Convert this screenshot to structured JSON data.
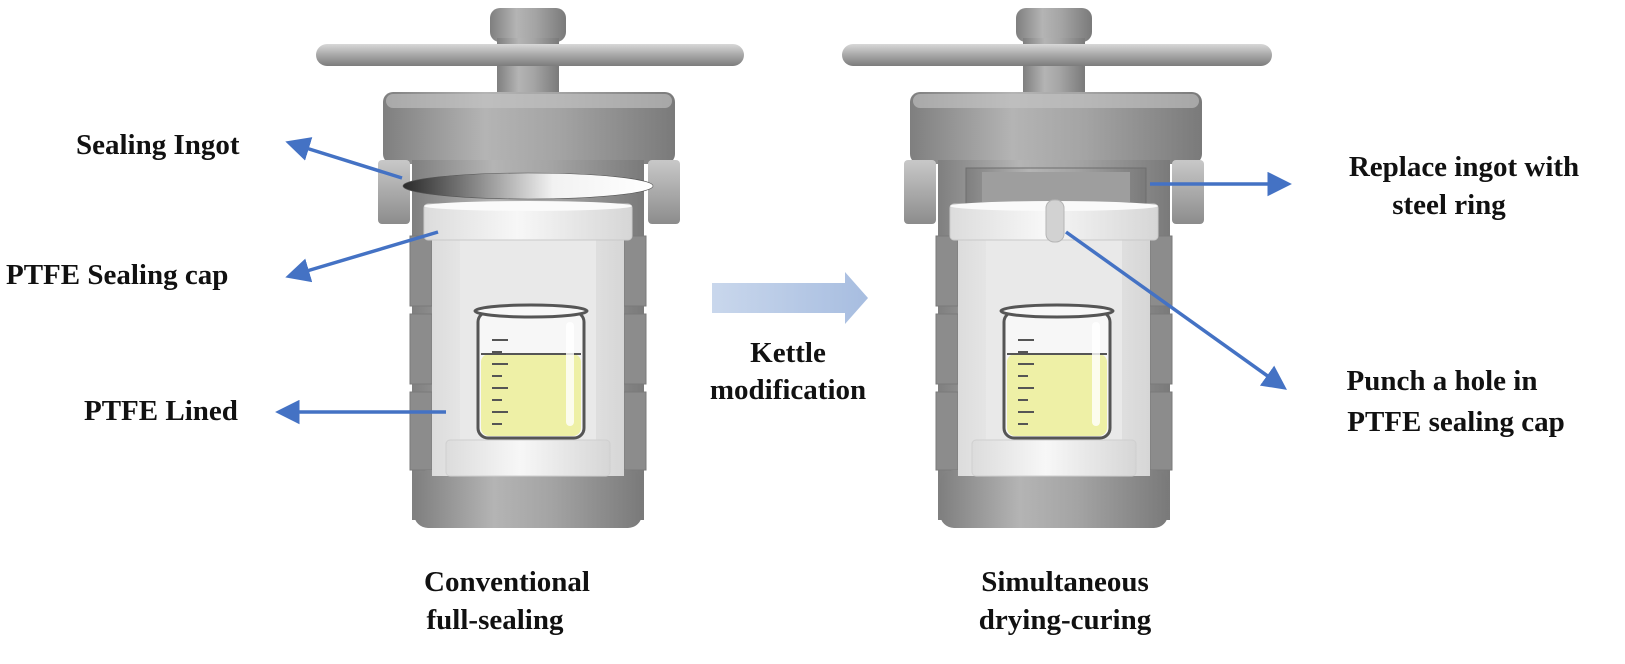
{
  "left_reactor": {
    "labels": {
      "sealing_ingot": "Sealing Ingot",
      "ptfe_sealing_cap": "PTFE Sealing cap",
      "ptfe_lined": "PTFE Lined"
    },
    "caption": [
      "Conventional",
      "full-sealing"
    ]
  },
  "middle": {
    "caption": [
      "Kettle",
      "modification"
    ]
  },
  "right_reactor": {
    "labels": {
      "replace_ingot": [
        "Replace ingot with",
        "steel ring"
      ],
      "punch_hole": [
        "Punch a hole in",
        "PTFE sealing cap"
      ]
    },
    "caption": [
      "Simultaneous",
      "drying-curing"
    ]
  },
  "colors": {
    "arrow": "#4472c4",
    "steel": "#9a9a9a",
    "ptfe": "#eeeeee",
    "liquid": "#eef0a6",
    "process_arrow": "#b3c6e3"
  }
}
